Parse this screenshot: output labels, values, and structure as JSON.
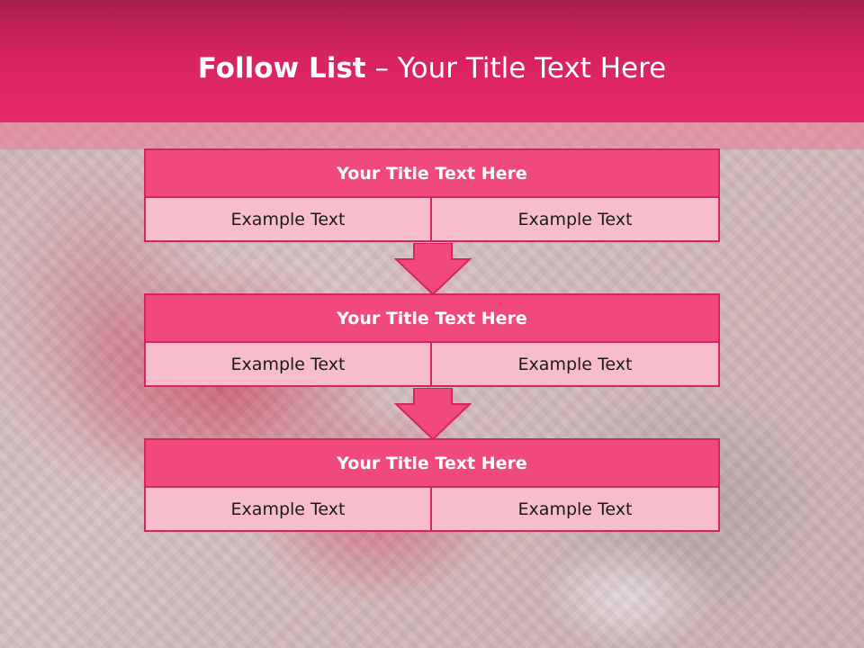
{
  "slide": {
    "title_bold": "Follow List",
    "title_rest": " – Your Title Text Here"
  },
  "boxes": [
    {
      "title": "Your Title Text Here",
      "left": "Example Text",
      "right": "Example Text"
    },
    {
      "title": "Your Title Text Here",
      "left": "Example Text",
      "right": "Example Text"
    },
    {
      "title": "Your Title Text Here",
      "left": "Example Text",
      "right": "Example Text"
    }
  ],
  "colors": {
    "accent": "#e72767",
    "box_title_fill": "#f04a7d",
    "box_cell_fill": "#f8bdca",
    "box_border": "#d8245d"
  }
}
